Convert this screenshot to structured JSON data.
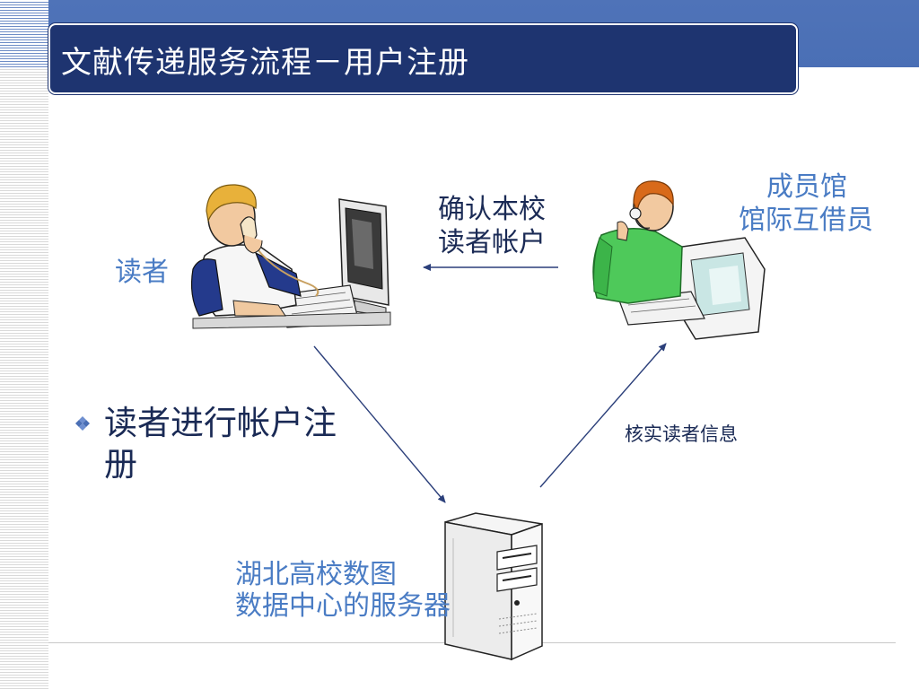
{
  "title": "文献传递服务流程－用户注册",
  "actors": {
    "reader": "读者",
    "member_library": [
      "成员馆",
      "馆际互借员"
    ],
    "server": [
      "湖北高校数图",
      "数据中心的服务器"
    ]
  },
  "flows": {
    "confirm": [
      "确认本校",
      "读者帐户"
    ],
    "verify": "核实读者信息"
  },
  "bullet": {
    "icon": "diamond-bullet-icon",
    "text": [
      "读者进行帐户注",
      "册"
    ]
  },
  "colors": {
    "title_bg": "#1e3470",
    "band": "#4a6fb5",
    "label_blue": "#4a7cc4",
    "arrow": "#2b3f7a"
  }
}
